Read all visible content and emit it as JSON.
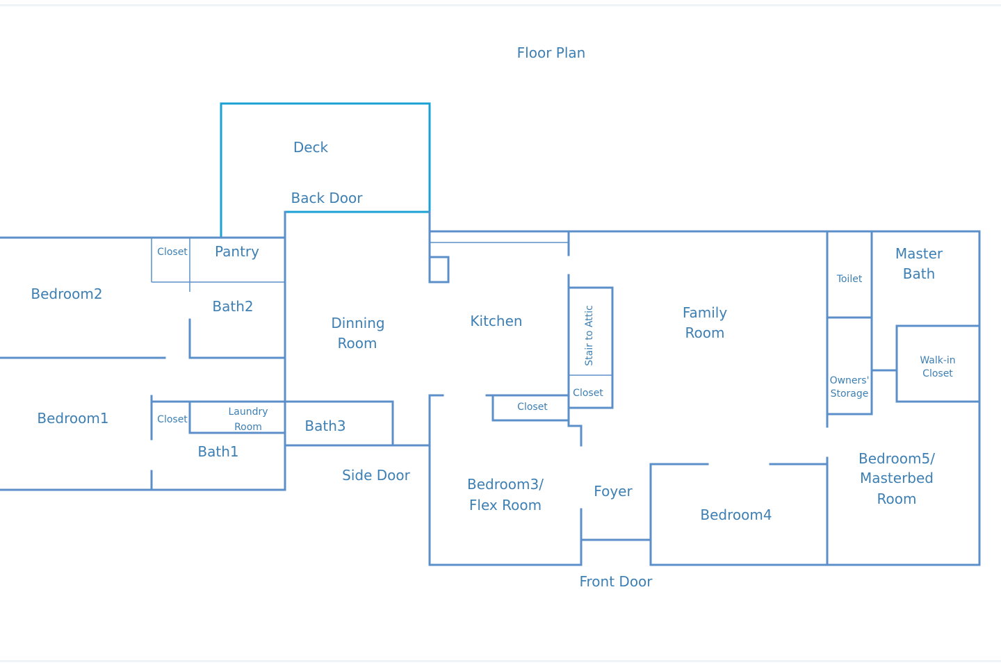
{
  "title": "Floor Plan",
  "colors": {
    "wall": "#5b8fc9",
    "deck_wall": "#1aa1d4",
    "text": "#3d7fb3",
    "background": "#ffffff"
  },
  "rooms": {
    "deck": "Deck",
    "back_door": "Back Door",
    "pantry": "Pantry",
    "closet_bedroom2": "Closet",
    "bedroom2": "Bedroom2",
    "bath2": "Bath2",
    "dinning_room": [
      "Dinning",
      "Room"
    ],
    "kitchen": "Kitchen",
    "stair_to_attic": "Stair to Attic",
    "closet_stair": "Closet",
    "closet_kitchen": "Closet",
    "family_room": [
      "Family",
      "Room"
    ],
    "toilet": "Toilet",
    "master_bath": [
      "Master",
      "Bath"
    ],
    "walk_in_closet": [
      "Walk-in",
      "Closet"
    ],
    "owners_storage": [
      "Owners'",
      "Storage"
    ],
    "bedroom1": "Bedroom1",
    "closet_bedroom1": "Closet",
    "laundry_room": [
      "Laundry",
      "Room"
    ],
    "bath3": "Bath3",
    "bath1": "Bath1",
    "side_door": "Side Door",
    "bedroom3": [
      "Bedroom3/",
      "Flex Room"
    ],
    "foyer": "Foyer",
    "bedroom4": "Bedroom4",
    "bedroom5": [
      "Bedroom5/",
      "Masterbed",
      "Room"
    ],
    "front_door": "Front Door"
  }
}
